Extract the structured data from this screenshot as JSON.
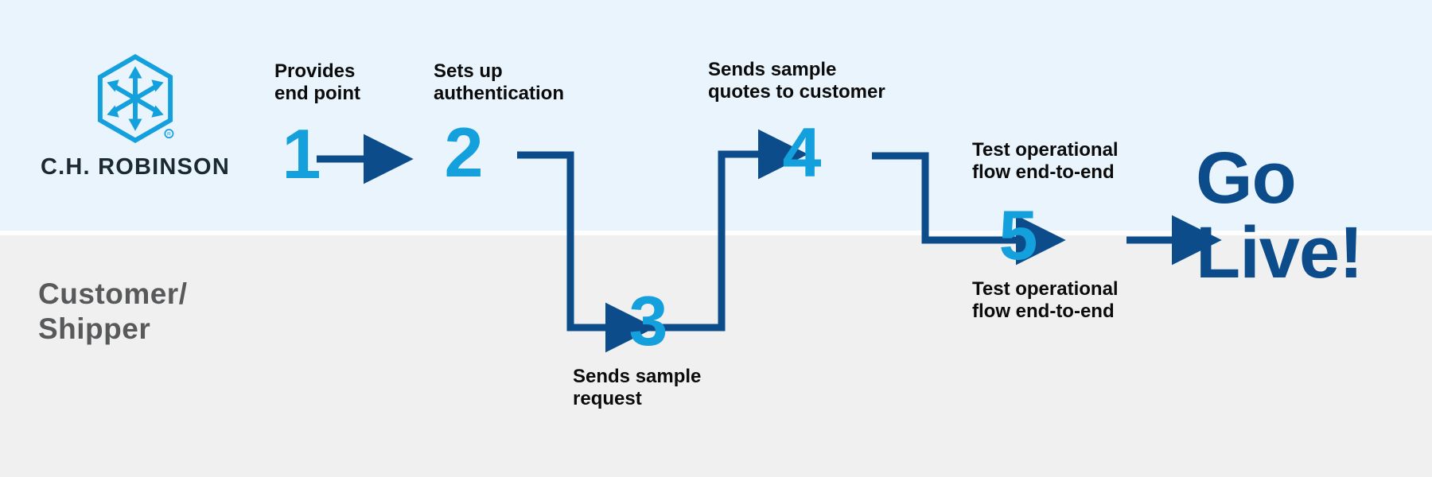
{
  "diagram": {
    "title": "C.H. Robinson API integration process flow",
    "colors": {
      "band_top": "#e9f4fc",
      "band_bottom": "#f0f0f0",
      "step_number": "#13a0dc",
      "connector": "#0c4c8a",
      "caption": "#0b0b0b",
      "lane_label": "#58595b",
      "golive": "#0c4c8a",
      "logo_mark": "#13a0dc",
      "logo_word": "#1b2a32"
    }
  },
  "brand": {
    "wordmark": "C.H. ROBINSON",
    "logo_icon": "hexagon-cube-arrows-icon",
    "registered_mark": "®"
  },
  "lanes": {
    "top": {
      "name": "C.H. Robinson"
    },
    "bottom": {
      "label": "Customer/\nShipper"
    }
  },
  "steps": [
    {
      "number": "1",
      "caption": "Provides\nend point",
      "lane": "top",
      "caption_position": "above"
    },
    {
      "number": "2",
      "caption": "Sets up\nauthentication",
      "lane": "top",
      "caption_position": "above"
    },
    {
      "number": "3",
      "caption": "Sends sample\nrequest",
      "lane": "bottom",
      "caption_position": "below"
    },
    {
      "number": "4",
      "caption": "Sends sample\nquotes to customer",
      "lane": "top",
      "caption_position": "above"
    },
    {
      "number": "5",
      "caption": "Test operational\nflow end-to-end",
      "caption_secondary": "Test operational\nflow end-to-end",
      "lane": "both",
      "caption_position": "above-and-below"
    }
  ],
  "outcome": {
    "label": "Go\nLive!"
  }
}
